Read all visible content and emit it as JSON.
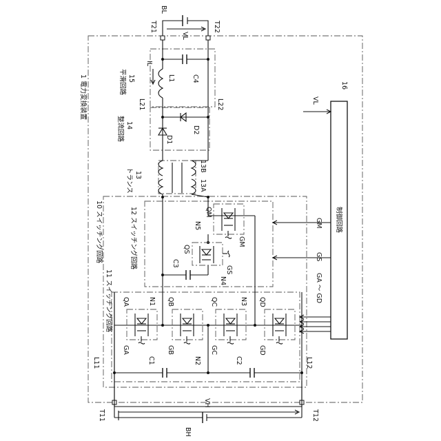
{
  "labels": {
    "device": "1 電力変換装置",
    "sw10": "10 スイッチング回路",
    "sw11": "11 スイッチング回路",
    "sw12": "12 スイッチング回路",
    "trans_title": "トランス",
    "trans_num": "13",
    "t13a": "13A",
    "t13b": "13B",
    "rect_title": "整流回路",
    "rect_num": "14",
    "smooth_title": "平滑回路",
    "smooth_num": "15",
    "ctrl_num": "16",
    "ctrl_title": "制御回路",
    "bl": "BL",
    "bh": "BH",
    "vl_out": "VL",
    "vl_in": "VL",
    "vh": "VH",
    "t21": "T21",
    "t22": "T22",
    "t11": "T11",
    "t12": "T12",
    "l21": "L21",
    "l22": "L22",
    "l11": "L11",
    "l12": "L12",
    "il": "IL",
    "l1": "L1",
    "c4": "C4",
    "d1": "D1",
    "d2": "D2",
    "c1": "C1",
    "c2": "C2",
    "c3": "C3",
    "n1": "N1",
    "n2": "N2",
    "n3": "N3",
    "n4": "N4",
    "n5": "N5",
    "qa": "QA",
    "qb": "QB",
    "qc": "QC",
    "qd": "QD",
    "qm": "QM",
    "qs": "QS",
    "ga": "GA",
    "gb": "GB",
    "gc": "GC",
    "gd": "GD",
    "gm": "GM",
    "gs": "GS",
    "sig_gm": "GM",
    "sig_gs": "GS",
    "sig_ga_gd": "GA ～ GD"
  }
}
